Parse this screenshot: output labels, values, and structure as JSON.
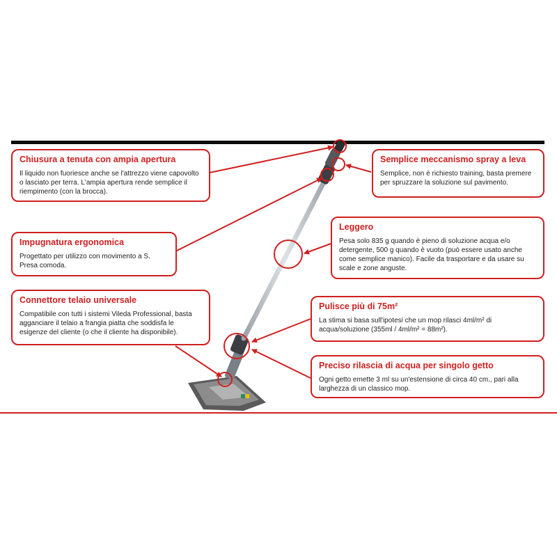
{
  "theme": {
    "accent": "#d01f1f",
    "bar": "#0a0a0a",
    "frame": "#4a4a4a",
    "pole": "#b9bfc6"
  },
  "callouts": [
    {
      "id": "chiusura",
      "title": "Chiusura a tenuta con ampia apertura",
      "body": "Il liquido non fuoriesce anche se l'attrezzo viene capovolto o lasciato per terra. L'ampia apertura rende semplice il riempimento (con la brocca)."
    },
    {
      "id": "impugnatura",
      "title": "Impugnatura ergonomica",
      "body": "Progettato per utilizzo con movimento a S. Presa comoda."
    },
    {
      "id": "connettore",
      "title": "Connettore telaio universale",
      "body": "Compatibile con tutti i sistemi Vileda Professional, basta agganciare il telaio a frangia piatta che soddisfa le esigenze del cliente (o che il cliente ha disponibile)."
    },
    {
      "id": "spray",
      "title": "Semplice meccanismo spray a leva",
      "body": "Semplice, non è richiesto training, basta premere per spruzzare la soluzione sul pavimento."
    },
    {
      "id": "leggero",
      "title": "Leggero",
      "body": "Pesa solo 835 g quando è pieno di soluzione acqua e/o detergente, 500 g quando è vuoto (può essere usato anche come semplice manico). Facile da trasportare e da usare su scale e zone anguste."
    },
    {
      "id": "pulisce",
      "title": "Pulisce più di 75m²",
      "body": "La stima si basa sull'ipotesi che un mop rilasci 4ml/m² di acqua/soluzione (355ml / 4ml/m² = 88m²)."
    },
    {
      "id": "preciso",
      "title": "Preciso rilascia di acqua per singolo getto",
      "body": "Ogni getto emette 3 ml su un'estensione di circa 40 cm., pari alla larghezza di un classico mop."
    }
  ]
}
